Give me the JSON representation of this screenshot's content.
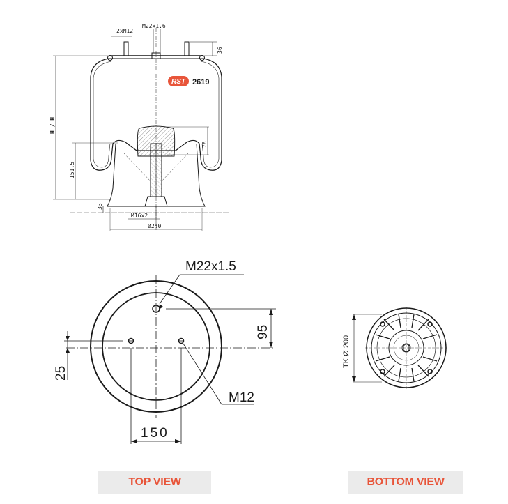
{
  "colors": {
    "accent": "#e8553a",
    "line": "#1a1a1a",
    "tab_bg": "#ebebeb",
    "hatch": "#666666"
  },
  "side_view": {
    "thread_studs": "2xM12",
    "center_thread": "M22x1.6",
    "stud_height": "36",
    "brand_badge": "RST",
    "part_number": "2619",
    "height_label": "H / H",
    "piston_height": "151.5",
    "bumper_height": "78",
    "bottom_stud_length": "33",
    "bottom_thread": "M16x2",
    "base_diameter": "Ø240"
  },
  "top_view": {
    "center_thread": "M22x1.5",
    "center_offset": "95",
    "stud_offset": "25",
    "stud_thread": "M12",
    "stud_spacing": "150",
    "label": "TOP VIEW"
  },
  "bottom_view": {
    "bolt_circle": "TK Ø 200",
    "label": "BOTTOM VIEW"
  }
}
